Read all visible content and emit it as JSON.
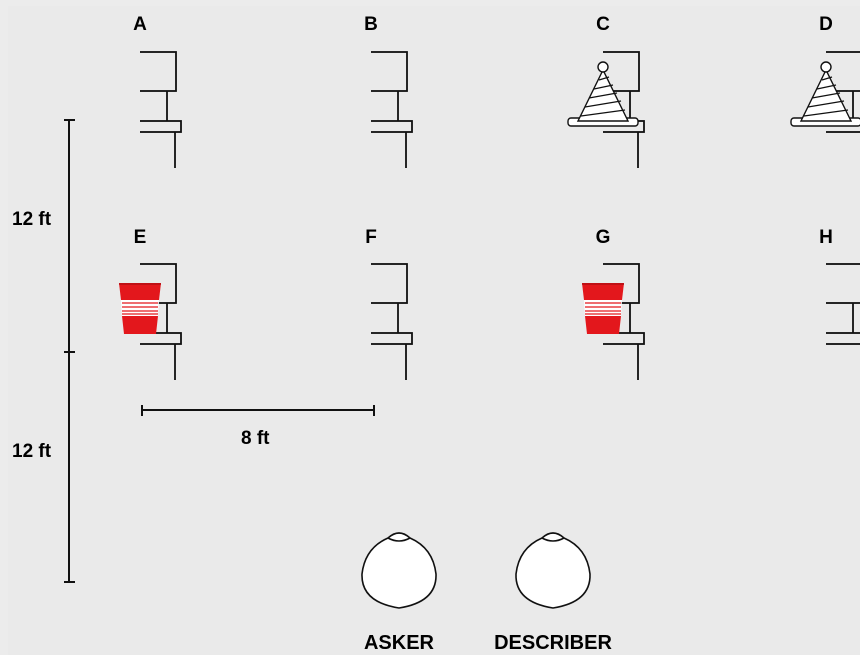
{
  "chairs": [
    {
      "letter": "A",
      "object": "none"
    },
    {
      "letter": "B",
      "object": "none"
    },
    {
      "letter": "C",
      "object": "party-hat"
    },
    {
      "letter": "D",
      "object": "party-hat"
    },
    {
      "letter": "E",
      "object": "red-cup"
    },
    {
      "letter": "F",
      "object": "none"
    },
    {
      "letter": "G",
      "object": "red-cup"
    },
    {
      "letter": "H",
      "object": "none"
    }
  ],
  "dimensions": {
    "vertical_top": "12 ft",
    "vertical_bottom": "12 ft",
    "horizontal": "8 ft"
  },
  "people": {
    "asker": "ASKER",
    "describer": "DESCRIBER"
  },
  "colors": {
    "background": "#eaeaea",
    "cup_red": "#e3171c",
    "line": "#111111"
  }
}
